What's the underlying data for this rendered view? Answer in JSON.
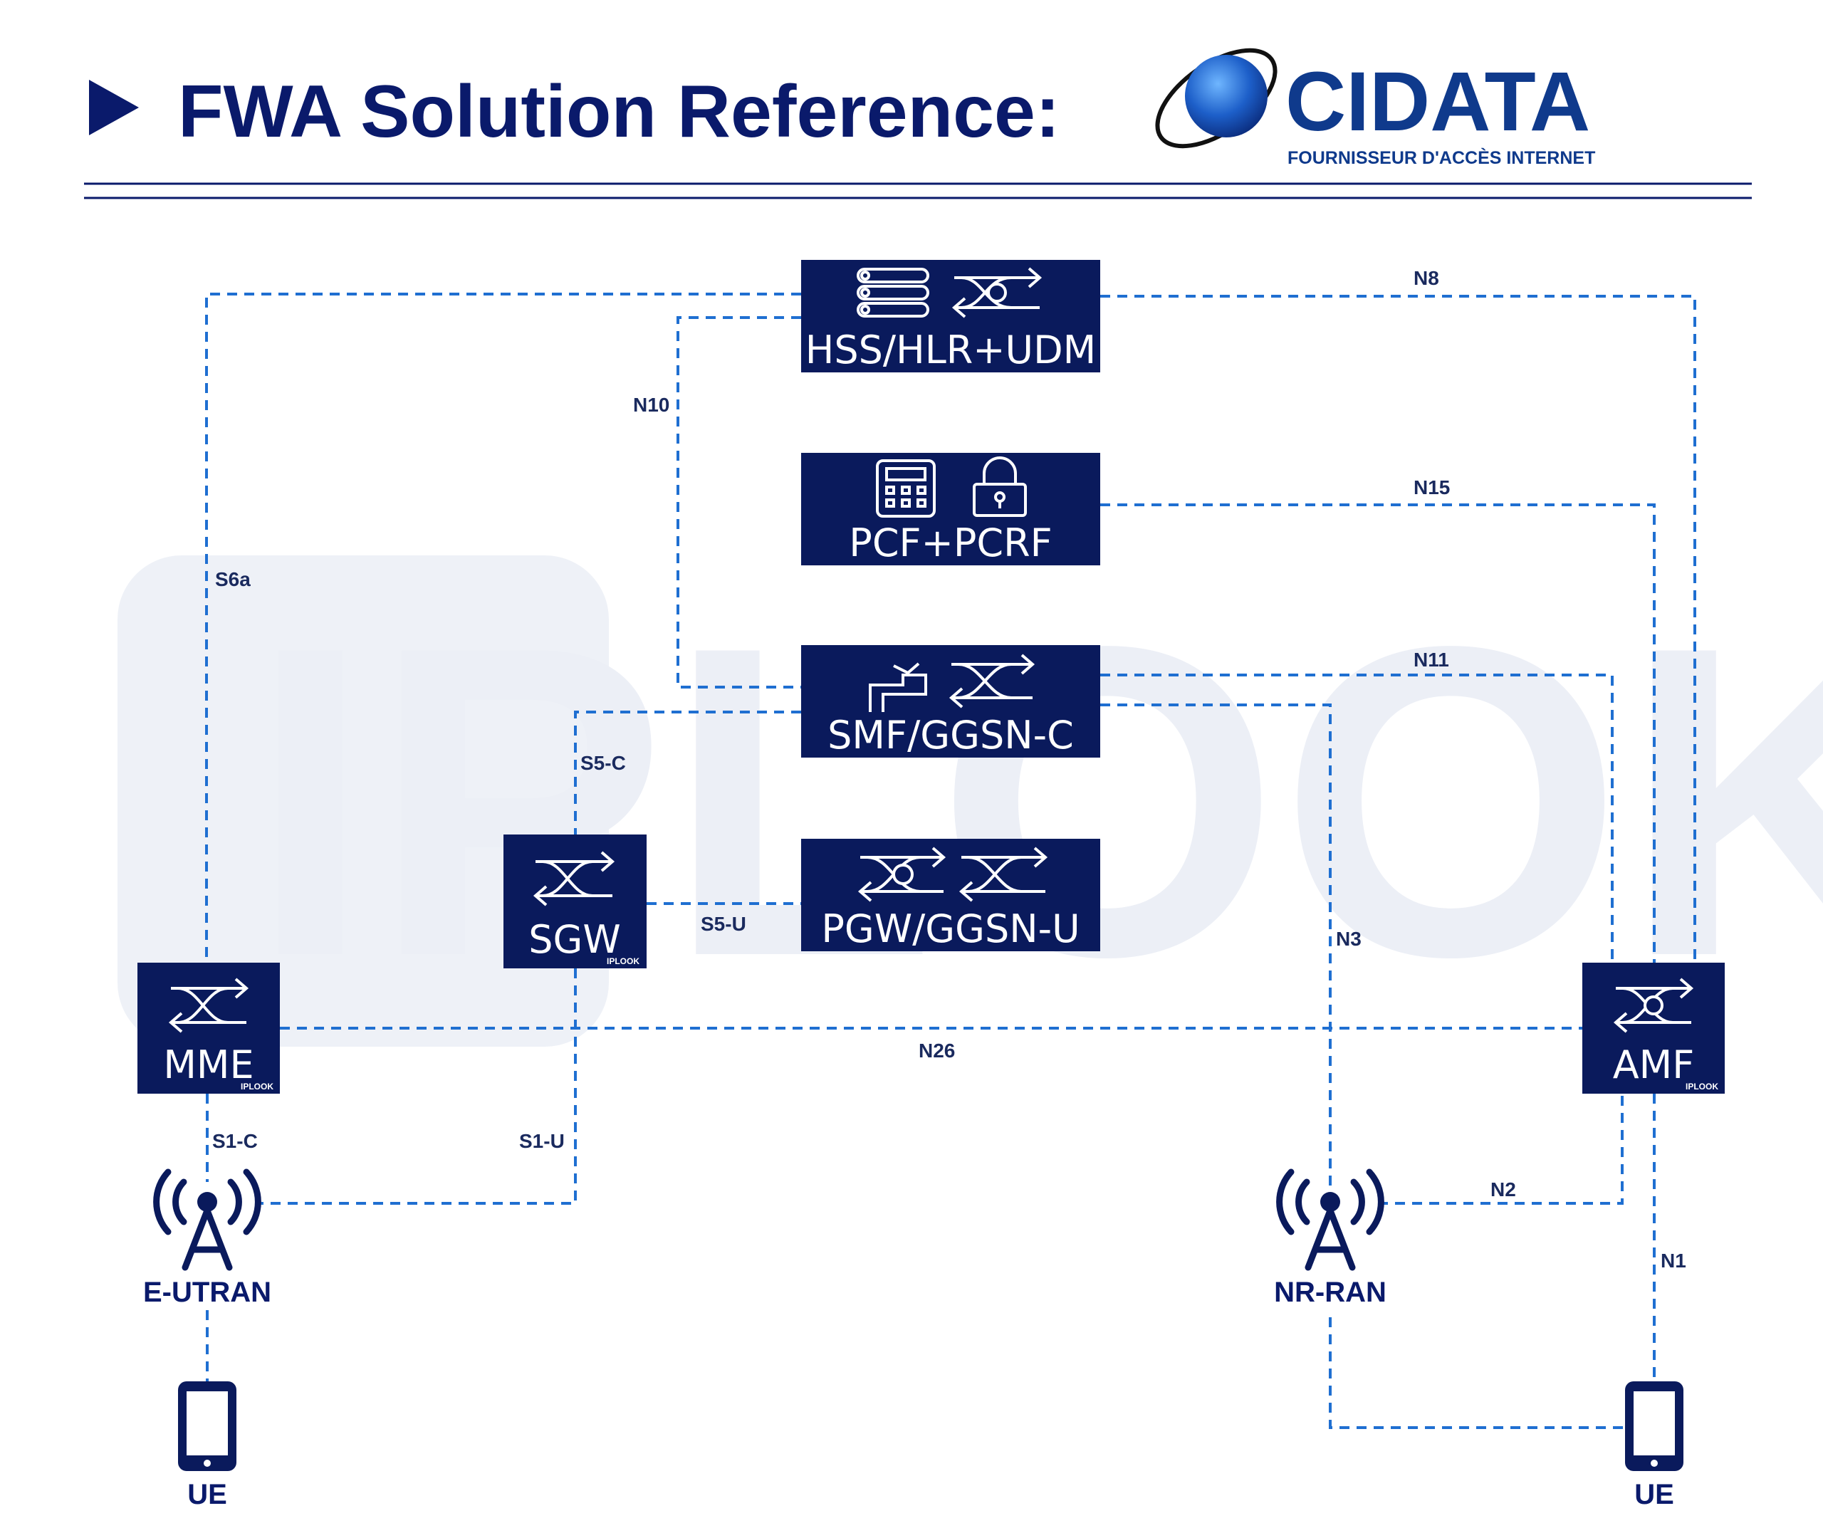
{
  "header": {
    "title": "FWA Solution Reference:",
    "brand_name": "CIDATA",
    "brand_tagline": "FOURNISSEUR D'ACCÈS INTERNET"
  },
  "watermark": "IPLOOK",
  "nodes": {
    "hss": "HSS/HLR+UDM",
    "pcf": "PCF+PCRF",
    "smf": "SMF/GGSN-C",
    "pgw": "PGW/GGSN-U",
    "sgw": "SGW",
    "mme": "MME",
    "amf": "AMF"
  },
  "badge": "IPLOOK",
  "sites": {
    "eutran": "E-UTRAN",
    "nrran": "NR-RAN",
    "ue_left": "UE",
    "ue_right": "UE"
  },
  "interfaces": {
    "n8": "N8",
    "n10": "N10",
    "n15": "N15",
    "s6a": "S6a",
    "n11": "N11",
    "s5c": "S5-C",
    "s5u": "S5-U",
    "n3": "N3",
    "n26": "N26",
    "s1c": "S1-C",
    "s1u": "S1-U",
    "n2": "N2",
    "n1": "N1"
  },
  "colors": {
    "node_fill": "#0a1a5c",
    "link": "#1f6fd1",
    "title": "#0a1a6b",
    "brand": "#0f3a8c",
    "divider": "#0a1a6b"
  }
}
